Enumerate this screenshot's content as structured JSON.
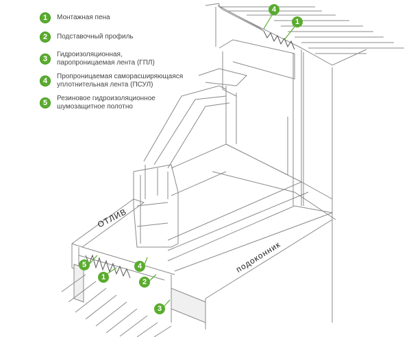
{
  "legend": [
    {
      "number": "1",
      "text": "Монтажная пена"
    },
    {
      "number": "2",
      "text": "Подставочный профиль"
    },
    {
      "number": "3",
      "text": "Гидроизоляционная,\nпаропроницаемая лента (ГПЛ)"
    },
    {
      "number": "4",
      "text": "Пропроницаемая саморасширяющаяся\nуплотнительная лента (ПСУЛ)"
    },
    {
      "number": "5",
      "text": "Резиновое гидроизоляционное\nшумозащитное  полотно"
    }
  ],
  "labels": {
    "otliv": "ОТЛИВ",
    "podokonnik": "подоконник"
  },
  "callouts": {
    "top_4": "4",
    "top_1": "1",
    "bottom_5": "5",
    "bottom_1": "1",
    "bottom_4": "4",
    "bottom_2": "2",
    "bottom_3": "3"
  },
  "colors": {
    "accent": "#5aac2e",
    "line": "#777777"
  }
}
